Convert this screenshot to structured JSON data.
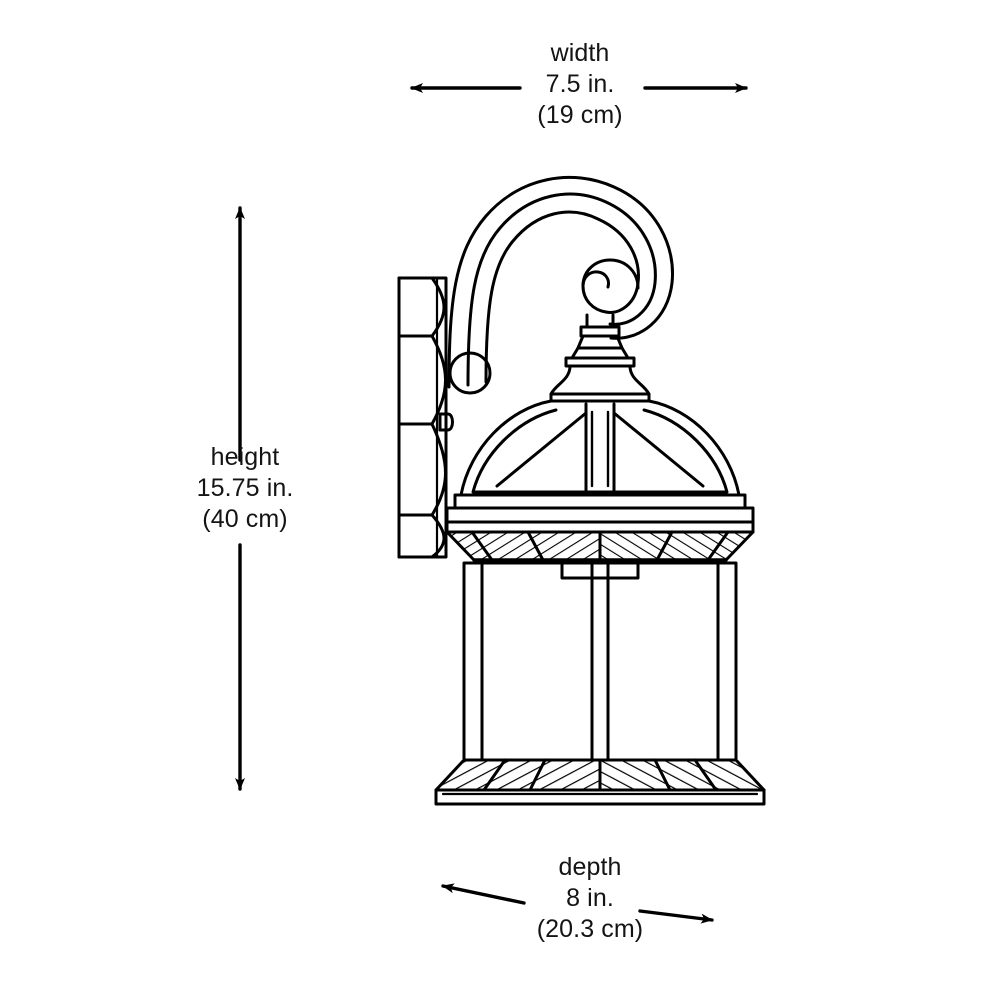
{
  "diagram": {
    "type": "product-dimension-drawing",
    "subject": "outdoor wall lantern",
    "line_color": "#000000",
    "background_color": "#ffffff",
    "dimensions": {
      "width": {
        "name": "width",
        "imperial": "7.5 in.",
        "metric": "(19 cm)",
        "arrow_style": "horizontal-double"
      },
      "height": {
        "name": "height",
        "imperial": "15.75 in.",
        "metric": "(40 cm)",
        "arrow_style": "vertical-double"
      },
      "depth": {
        "name": "depth",
        "imperial": "8 in.",
        "metric": "(20.3 cm)",
        "arrow_style": "diagonal-double"
      }
    }
  }
}
